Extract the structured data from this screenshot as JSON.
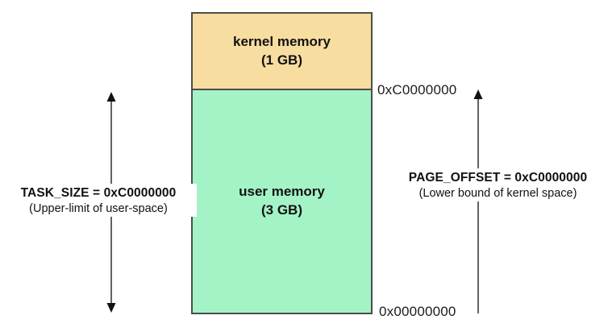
{
  "diagram": {
    "kernel_box": {
      "title": "kernel memory",
      "size": "(1 GB)"
    },
    "user_box": {
      "title": "user memory",
      "size": "(3 GB)"
    },
    "upper_address": "0xC0000000",
    "lower_address": "0x00000000",
    "left_annotation": {
      "main": "TASK_SIZE = 0xC0000000",
      "sub": "(Upper-limit of user-space)"
    },
    "right_annotation": {
      "main": "PAGE_OFFSET = 0xC0000000",
      "sub": "(Lower bound of kernel space)"
    },
    "colors": {
      "kernel_fill": "#F8DDA0",
      "user_fill": "#A3F3C6",
      "border": "#4d4d4d"
    }
  }
}
